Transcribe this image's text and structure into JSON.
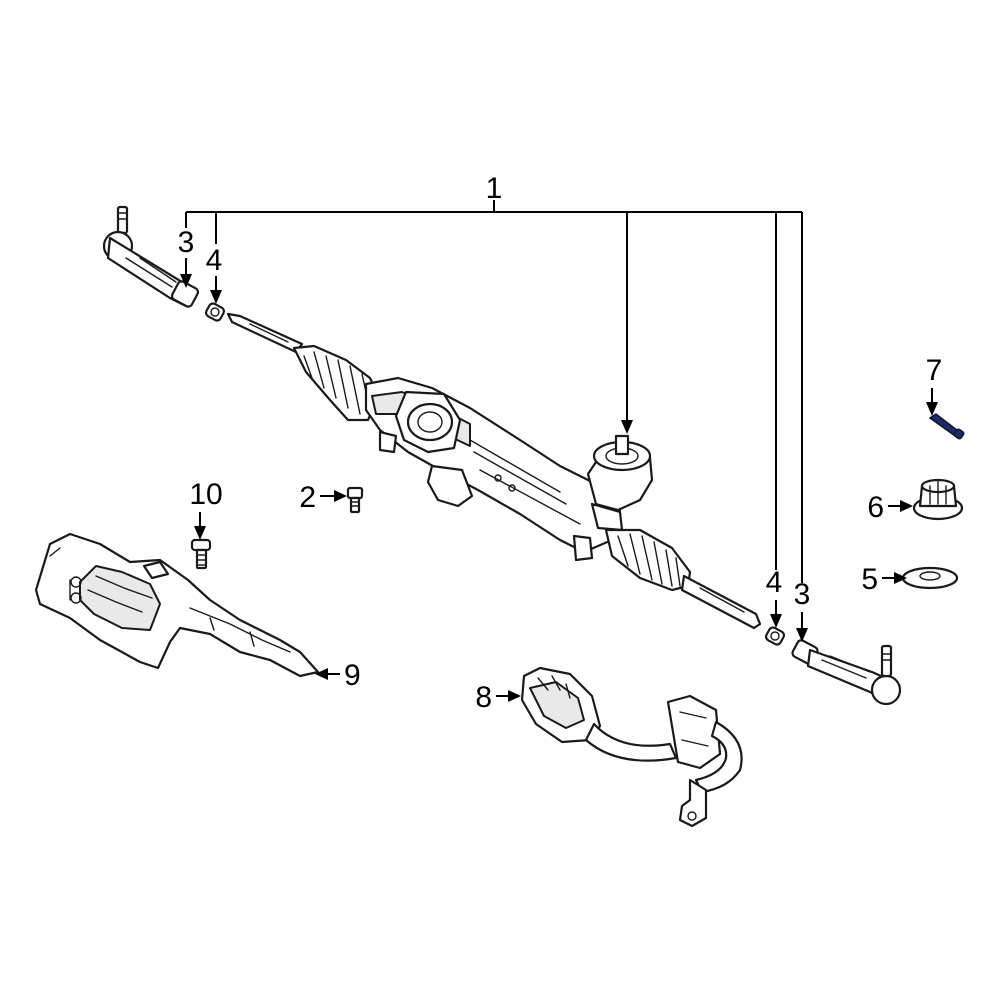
{
  "callouts": [
    {
      "id": "c1",
      "number": "1",
      "part": "steering gear assembly"
    },
    {
      "id": "c2",
      "number": "2",
      "part": "bolt"
    },
    {
      "id": "c3a",
      "number": "3",
      "part": "outer tie rod (left)"
    },
    {
      "id": "c3b",
      "number": "3",
      "part": "outer tie rod (right)"
    },
    {
      "id": "c4a",
      "number": "4",
      "part": "jam nut (left)"
    },
    {
      "id": "c4b",
      "number": "4",
      "part": "jam nut (right)"
    },
    {
      "id": "c5",
      "number": "5",
      "part": "washer"
    },
    {
      "id": "c6",
      "number": "6",
      "part": "nut"
    },
    {
      "id": "c7",
      "number": "7",
      "part": "bolt"
    },
    {
      "id": "c8",
      "number": "8",
      "part": "wiring harness"
    },
    {
      "id": "c9",
      "number": "9",
      "part": "heat shield"
    },
    {
      "id": "c10",
      "number": "10",
      "part": "bolt"
    }
  ],
  "colors": {
    "line": "#1a1a1a",
    "highlight": "#1e2a66",
    "background": "#ffffff"
  }
}
